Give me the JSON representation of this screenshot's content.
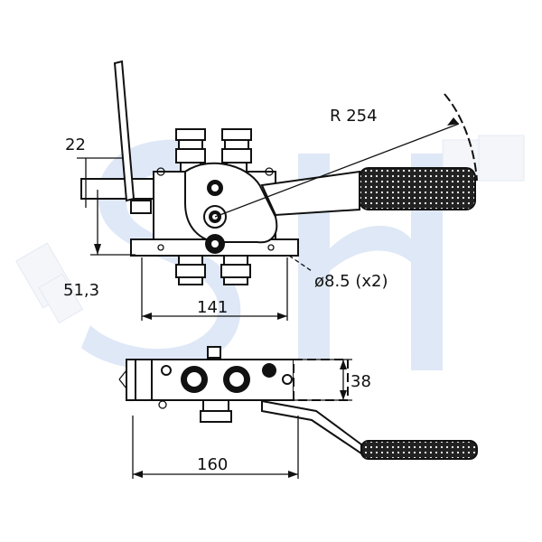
{
  "labels": {
    "radius": "R 254",
    "top_height": "22",
    "left_height": "51,3",
    "hole_spec": "ø8.5 (x2)",
    "top_width": "141",
    "side_height": "38",
    "bottom_width": "160"
  },
  "colors": {
    "watermark": "#dbe6f6",
    "ink": "#111111"
  },
  "icons": {
    "hex_fitting": "hex-nut",
    "knurled_grip": "knurled-handle"
  }
}
